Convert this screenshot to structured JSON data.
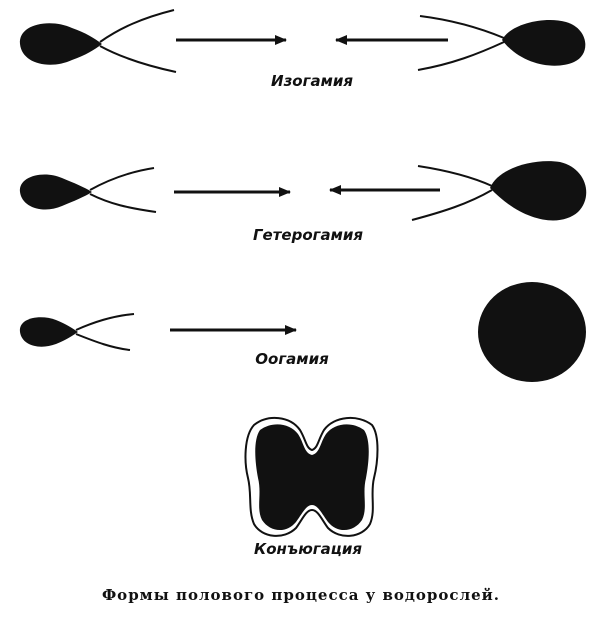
{
  "diagram": {
    "rows": [
      {
        "id": "isogamy",
        "label": "Изогамия"
      },
      {
        "id": "heterogamy",
        "label": "Гетерогамия"
      },
      {
        "id": "oogamy",
        "label": "Оогамия"
      },
      {
        "id": "conjugation",
        "label": "Конъюгация"
      }
    ],
    "caption": "Формы полового процесса у водорослей."
  },
  "colors": {
    "ink": "#111111",
    "background": "#ffffff"
  }
}
